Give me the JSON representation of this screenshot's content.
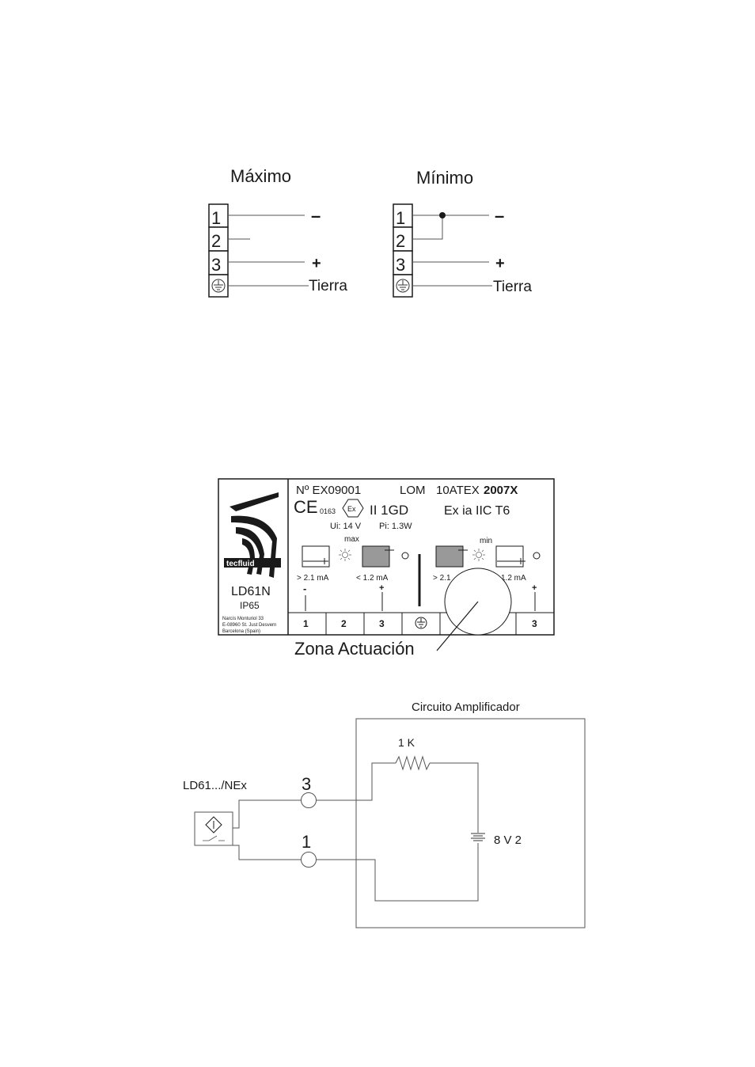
{
  "wiring": {
    "maximo": {
      "title": "Máximo",
      "terminals": [
        "1",
        "2",
        "3"
      ],
      "minus": "–",
      "plus": "+",
      "tierra": "Tierra"
    },
    "minimo": {
      "title": "Mínimo",
      "terminals": [
        "1",
        "2",
        "3"
      ],
      "minus": "–",
      "plus": "+",
      "tierra": "Tierra"
    }
  },
  "label_plate": {
    "brand": "tecfluid",
    "model": "LD61N",
    "ip": "IP65",
    "address": [
      "Narcís Monturiol 33",
      "E-08960 St. Just Desvern",
      "Barcelona (Spain)"
    ],
    "cert_no": "Nº EX09001",
    "lom": "LOM",
    "atex": "10ATEX",
    "atex_bold": "2007X",
    "ce": "CE",
    "ce_num": "0163",
    "ex_symbol": "Ex",
    "group": "II 1GD",
    "protection": "Ex ia IIC T6",
    "ui": "Ui: 14 V",
    "pi": "Pi: 1.3W",
    "max_label": "max",
    "min_label": "min",
    "current_high": "> 2.1 mA",
    "current_low": "< 1.2 mA",
    "current_high_partial": "> 2.1",
    "current_low_partial": "1.2 mA",
    "minus": "-",
    "plus": "+",
    "terminals": [
      "1",
      "2",
      "3",
      "3"
    ],
    "zona": "Zona Actuación"
  },
  "circuit": {
    "title": "Circuito Amplificador",
    "resistor": "1 K",
    "battery": "8 V 2",
    "sensor": "LD61.../NEx",
    "terminal_top": "3",
    "terminal_bottom": "1"
  }
}
